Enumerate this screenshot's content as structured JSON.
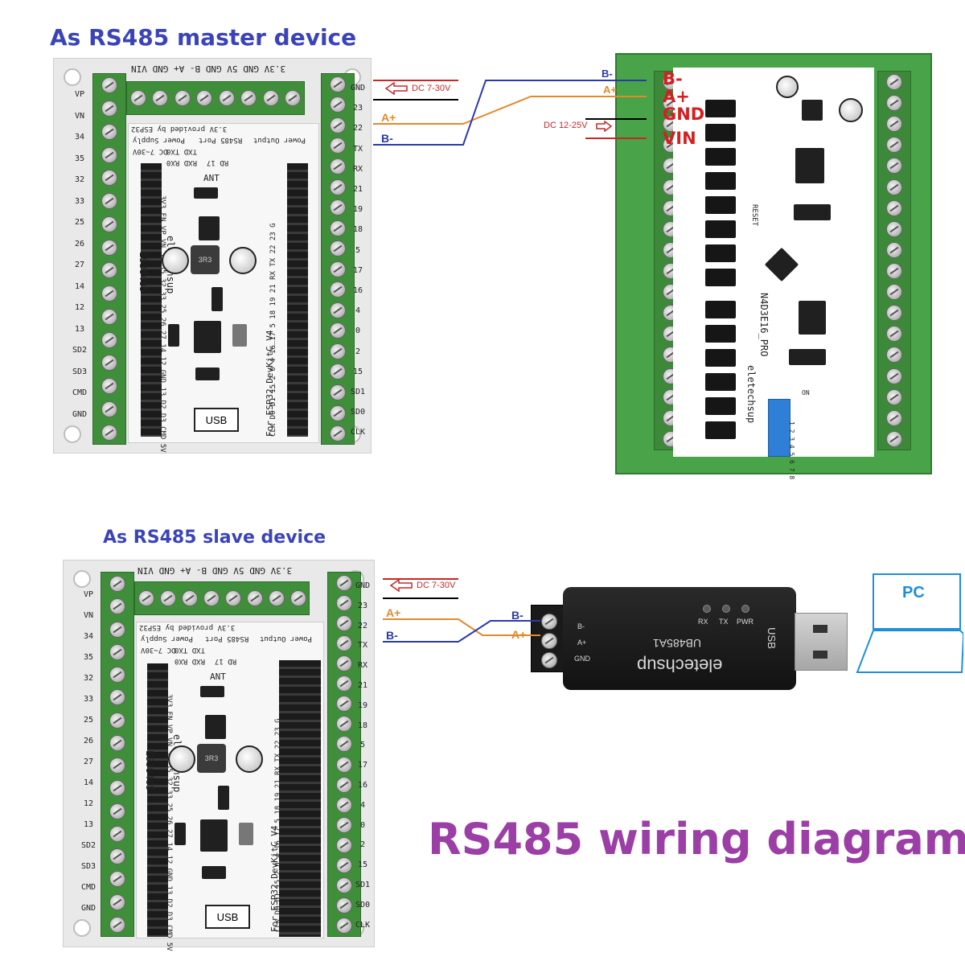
{
  "headings": {
    "master": "As RS485 master device",
    "slave": "As RS485 slave device",
    "wiring": "RS485 wiring diagram"
  },
  "esp_board": {
    "top_pins": "3.3V GND 5V GND B- A+ GND VIN",
    "left_pins": [
      "VP",
      "VN",
      "34",
      "35",
      "32",
      "33",
      "25",
      "26",
      "27",
      "14",
      "12",
      "13",
      "SD2",
      "SD3",
      "CMD",
      "GND"
    ],
    "right_pins": [
      "GND",
      "23",
      "22",
      "TX",
      "RX",
      "21",
      "19",
      "18",
      "5",
      "17",
      "16",
      "4",
      "0",
      "2",
      "15",
      "SD1",
      "SD0",
      "CLK"
    ],
    "silk_power_supply": "Power Supply",
    "silk_dc": "DC 7~30V",
    "silk_rs485_port": "RS485 Port",
    "silk_power_output": "Power Output",
    "silk_provided": "3.3V provided by ESP32",
    "silk_txd": "TXD TX0",
    "silk_rxd": "RXD RX0",
    "silk_rd": "RD 17",
    "silk_ant": "ANT",
    "silk_model": "ES38485",
    "silk_brand": "eletechsup",
    "silk_for": "For ESP32_DevKitC_V4",
    "silk_header_top": "3V3 EN VP VN 34 35 32 33 25 26 27 14 12 GND 13 D2 D3 CMD 5V",
    "silk_header_bottom": "CLK D0 D1 15 2 0 4 16 17 5 18 19 21 RX TX 22 23 G",
    "usb_label": "USB",
    "inductor_label": "3R3"
  },
  "master_wiring": {
    "dc_label": "DC 7-30V",
    "a_plus": "A+",
    "b_minus": "B-"
  },
  "relay_module": {
    "wire_b": "B-",
    "wire_a": "A+",
    "dc_label": "DC 12-25V",
    "term_b": "B-",
    "term_a": "A+",
    "term_gnd": "GND",
    "term_vin": "VIN",
    "model": "N4D3E16_PRO",
    "brand": "eletechsup",
    "reset": "RESET",
    "dip_label": "ON",
    "dip_numbers": "1 2 3 4 5 6 7 8"
  },
  "slave_wiring": {
    "dc_label": "DC 7-30V",
    "a_plus": "A+",
    "b_minus": "B-",
    "usb_b": "B-",
    "usb_a": "A+"
  },
  "usb_adapter": {
    "model": "UB485A1",
    "brand": "eletechsup",
    "usb": "USB",
    "led_pwr": "PWR",
    "led_tx": "TX",
    "led_rx": "RX",
    "pin_b": "B-",
    "pin_a": "A+",
    "pin_gnd": "GND"
  },
  "pc": {
    "label": "PC"
  },
  "colors": {
    "heading": "#3a44b8",
    "wiring_title": "#9b3fa6",
    "wire_b": "#2b3aa8",
    "wire_a": "#e08a2a",
    "power": "#c62828",
    "pcb_green": "#49a449",
    "terminal_green": "#3f8f3a",
    "pc_blue": "#1d8fd8"
  },
  "icons": [
    "screw-terminal-icon",
    "arrow-left-icon",
    "arrow-right-icon",
    "laptop-icon",
    "usb-plug-icon"
  ]
}
